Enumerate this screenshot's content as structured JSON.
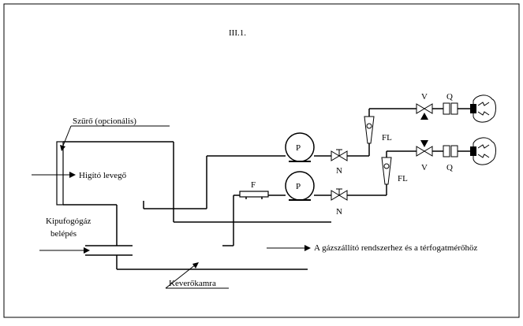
{
  "figure": {
    "title": "III.1.",
    "labels": {
      "filter": "Szűrő (opcionális)",
      "dilution_air": "Higító levegő",
      "exhaust_line1": "Kipufogógáz",
      "exhaust_line2": "belépés",
      "mixing_chamber": "Keverőkamra",
      "outlet": "A gázszállító rendszerhez és a térfogatmérőhöz"
    },
    "components": {
      "pump_top": "P",
      "pump_bottom": "P",
      "filter_f": "F",
      "needle_top": "N",
      "needle_bottom": "N",
      "flowmeter_top": "FL",
      "flowmeter_bottom": "FL",
      "valve_top": "V",
      "valve_bottom": "V",
      "q_top": "Q",
      "q_bottom": "Q"
    }
  }
}
